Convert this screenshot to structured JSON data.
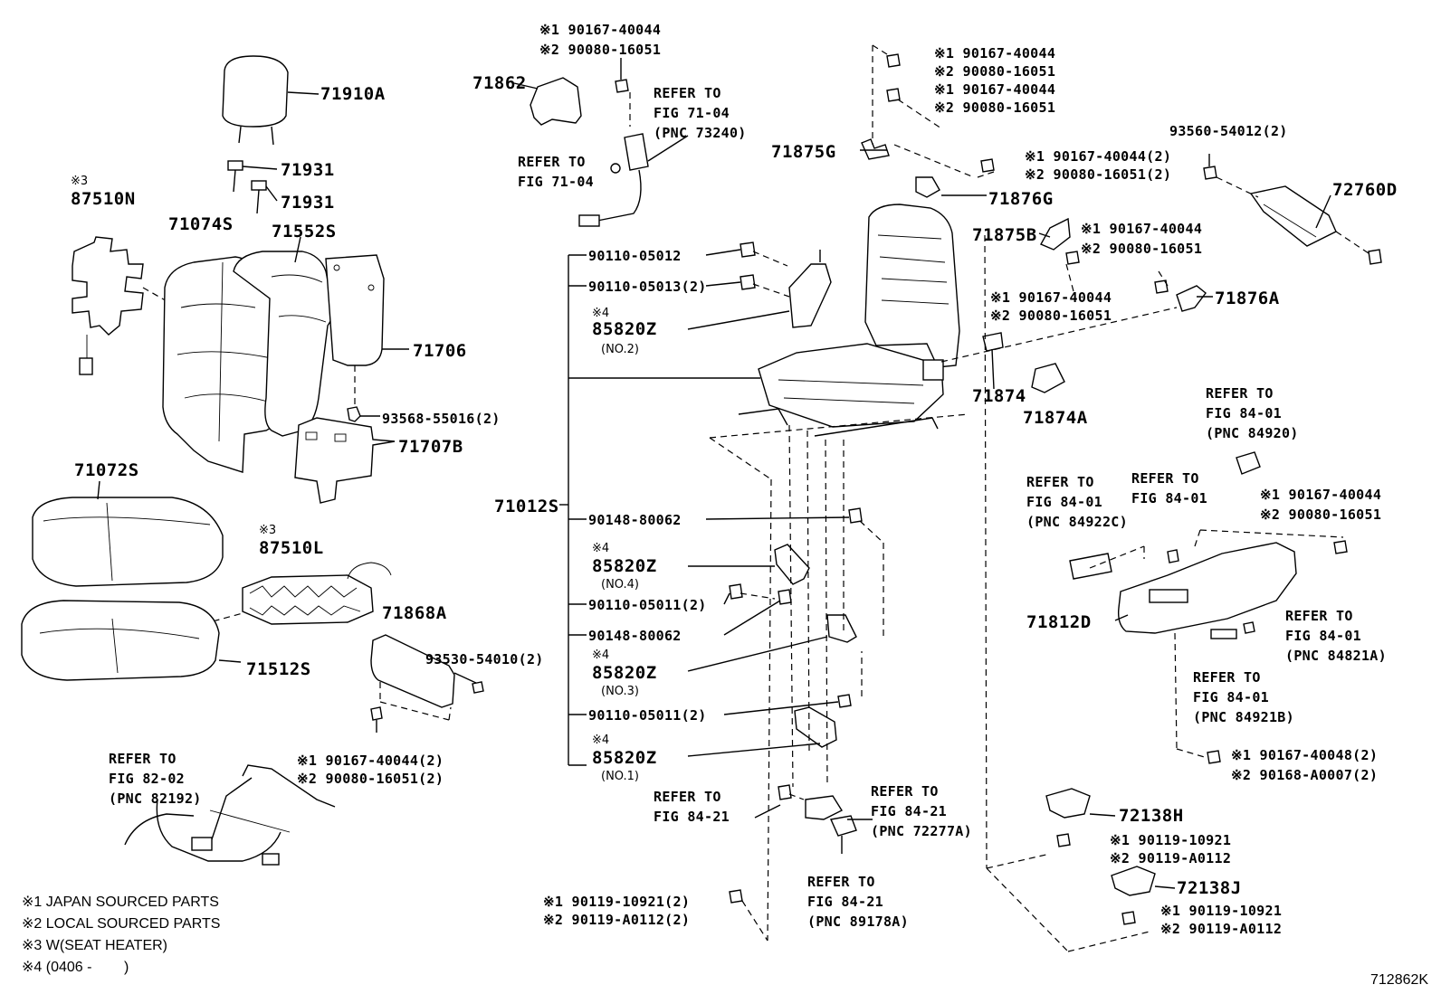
{
  "diagram_id": "712862K",
  "legend": [
    {
      "mark": "※1",
      "text": "JAPAN SOURCED PARTS"
    },
    {
      "mark": "※2",
      "text": "LOCAL SOURCED PARTS"
    },
    {
      "mark": "※3",
      "text": "W(SEAT HEATER)"
    },
    {
      "mark": "※4",
      "text": "(0406 -        )"
    }
  ],
  "parts": {
    "p71910A": "71910A",
    "p71931a": "71931",
    "p71931b": "71931",
    "n3_87510N": "※3",
    "p87510N": "87510N",
    "p71074S": "71074S",
    "p71552S": "71552S",
    "p71706": "71706",
    "p93568": "93568-55016(2)",
    "p71707B": "71707B",
    "p71072S": "71072S",
    "n3_87510L": "※3",
    "p87510L": "87510L",
    "p71868A": "71868A",
    "p93530": "93530-54010(2)",
    "p71512S": "71512S",
    "fL1": "※1 90167-40044(2)",
    "fL2": "※2 90080-16051(2)",
    "p71862": "71862",
    "fT1": "※1 90167-40044",
    "fT2": "※2 90080-16051",
    "p71012S": "71012S",
    "c1": "90110-05012",
    "c2": "90110-05013(2)",
    "c3n": "※4",
    "c3": "85820Z",
    "c3s": "(NO.2)",
    "c4": "90148-80062",
    "c5n": "※4",
    "c5": "85820Z",
    "c5s": "(NO.4)",
    "c6": "90110-05011(2)",
    "c7": "90148-80062",
    "c8n": "※4",
    "c8": "85820Z",
    "c8s": "(NO.3)",
    "c9": "90110-05011(2)",
    "c10n": "※4",
    "c10": "85820Z",
    "c10s": "(NO.1)",
    "fB1": "※1 90119-10921(2)",
    "fB2": "※2 90119-A0112(2)",
    "tR1": "※1 90167-40044",
    "tR2": "※2 90080-16051",
    "tR3": "※1 90167-40044",
    "tR4": "※2 90080-16051",
    "p71875G": "71875G",
    "mR1": "※1 90167-40044(2)",
    "mR2": "※2 90080-16051(2)",
    "p71876G": "71876G",
    "p71875B": "71875B",
    "bR1": "※1 90167-40044",
    "bR2": "※2 90080-16051",
    "lR1": "※1 90167-40044",
    "lR2": "※2 90080-16051",
    "p71876A": "71876A",
    "p93560": "93560-54012(2)",
    "p72760D": "72760D",
    "p71874": "71874",
    "p71874A": "71874A",
    "sR1": "※1 90167-40044",
    "sR2": "※2 90080-16051",
    "p71812D": "71812D",
    "kR1": "※1 90167-40048(2)",
    "kR2": "※2 90168-A0007(2)",
    "p72138H": "72138H",
    "hR1": "※1 90119-10921",
    "hR2": "※2 90119-A0112",
    "p72138J": "72138J",
    "jR1": "※1 90119-10921",
    "jR2": "※2 90119-A0112"
  },
  "refs": {
    "r1": [
      "REFER TO",
      "FIG 71-04",
      "(PNC 73240)"
    ],
    "r2": [
      "REFER TO",
      "FIG 71-04"
    ],
    "r3": [
      "REFER TO",
      "FIG 82-02",
      "(PNC 82192)"
    ],
    "r4": [
      "REFER TO",
      "FIG 84-21"
    ],
    "r5": [
      "REFER TO",
      "FIG 84-21",
      "(PNC 72277A)"
    ],
    "r6": [
      "REFER TO",
      "FIG 84-21",
      "(PNC 89178A)"
    ],
    "r7": [
      "REFER TO",
      "FIG 84-01",
      "(PNC 84920)"
    ],
    "r8": [
      "REFER TO",
      "FIG 84-01",
      "(PNC 84922C)"
    ],
    "r9": [
      "REFER TO",
      "FIG 84-01"
    ],
    "r10": [
      "REFER TO",
      "FIG 84-01",
      "(PNC 84821A)"
    ],
    "r11": [
      "REFER TO",
      "FIG 84-01",
      "(PNC 84921B)"
    ]
  }
}
